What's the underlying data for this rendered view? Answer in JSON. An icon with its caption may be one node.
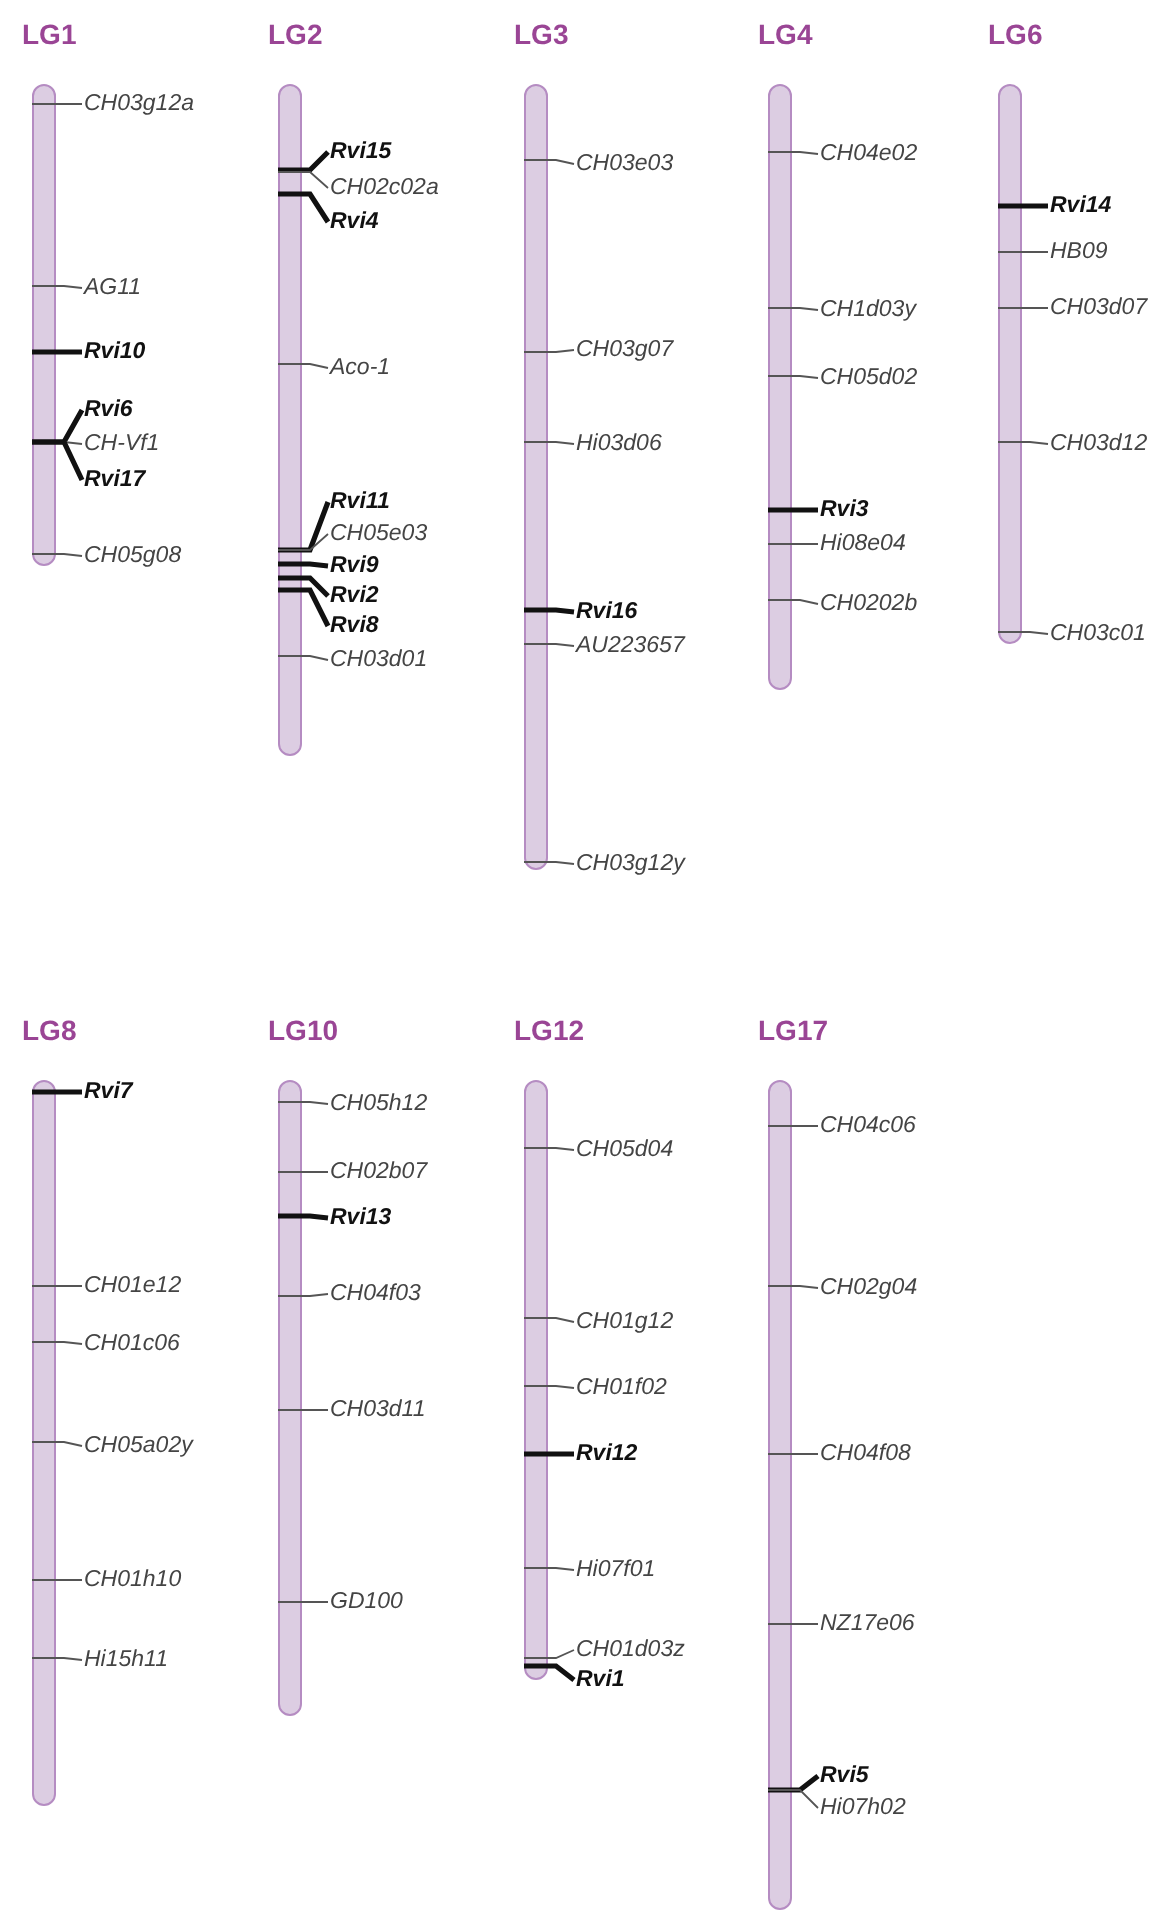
{
  "diagram": {
    "nodes": [
      {
        "text": [
          "LG1"
        ]
      },
      {
        "text": [
          "CH03g12a"
        ]
      },
      {
        "text": [
          "AG11"
        ]
      },
      {
        "text": [
          "Rvi10"
        ]
      },
      {
        "text": [
          "Rvi6"
        ]
      },
      {
        "text": [
          "CH-Vf1"
        ]
      },
      {
        "text": [
          "Rvi17"
        ]
      },
      {
        "text": [
          "CH05g08"
        ]
      },
      {
        "text": [
          "LG2"
        ]
      },
      {
        "text": [
          "Rvi15"
        ]
      },
      {
        "text": [
          "CH02c02a"
        ]
      },
      {
        "text": [
          "Rvi4"
        ]
      },
      {
        "text": [
          "Aco-1"
        ]
      },
      {
        "text": [
          "Rvi11"
        ]
      },
      {
        "text": [
          "CH05e03"
        ]
      },
      {
        "text": [
          "Rvi9"
        ]
      },
      {
        "text": [
          "Rvi2"
        ]
      },
      {
        "text": [
          "Rvi8"
        ]
      },
      {
        "text": [
          "CH03d01"
        ]
      },
      {
        "text": [
          "LG3"
        ]
      },
      {
        "text": [
          "CH03e03"
        ]
      },
      {
        "text": [
          "CH03g07"
        ]
      },
      {
        "text": [
          "Hi03d06"
        ]
      },
      {
        "text": [
          "Rvi16"
        ]
      },
      {
        "text": [
          "AU223657"
        ]
      },
      {
        "text": [
          "CH03g12y"
        ]
      },
      {
        "text": [
          "LG4"
        ]
      },
      {
        "text": [
          "CH04e02"
        ]
      },
      {
        "text": [
          "CH1d03y"
        ]
      },
      {
        "text": [
          "CH05d02"
        ]
      },
      {
        "text": [
          "Rvi3"
        ]
      },
      {
        "text": [
          "Hi08e04"
        ]
      },
      {
        "text": [
          "CH0202b"
        ]
      },
      {
        "text": [
          "LG6"
        ]
      },
      {
        "text": [
          "Rvi14"
        ]
      },
      {
        "text": [
          "HB09"
        ]
      },
      {
        "text": [
          "CH03d07"
        ]
      },
      {
        "text": [
          "CH03d12"
        ]
      },
      {
        "text": [
          "CH03c01"
        ]
      },
      {
        "text": [
          "LG8"
        ]
      },
      {
        "text": [
          "Rvi7"
        ]
      },
      {
        "text": [
          "CH01e12"
        ]
      },
      {
        "text": [
          "CH01c06"
        ]
      },
      {
        "text": [
          "CH05a02y"
        ]
      },
      {
        "text": [
          "CH01h10"
        ]
      },
      {
        "text": [
          "Hi15h11"
        ]
      },
      {
        "text": [
          "LG10"
        ]
      },
      {
        "text": [
          "CH05h12"
        ]
      },
      {
        "text": [
          "CH02b07"
        ]
      },
      {
        "text": [
          "Rvi13"
        ]
      },
      {
        "text": [
          "CH04f03"
        ]
      },
      {
        "text": [
          "CH03d11"
        ]
      },
      {
        "text": [
          "GD100"
        ]
      },
      {
        "text": [
          "LG12"
        ]
      },
      {
        "text": [
          "CH05d04"
        ]
      },
      {
        "text": [
          "CH01g12"
        ]
      },
      {
        "text": [
          "CH01f02"
        ]
      },
      {
        "text": [
          "Rvi12"
        ]
      },
      {
        "text": [
          "Hi07f01"
        ]
      },
      {
        "text": [
          "CH01d03z"
        ]
      },
      {
        "text": [
          "Rvi1"
        ]
      },
      {
        "text": [
          "LG17"
        ]
      },
      {
        "text": [
          "CH04c06"
        ]
      },
      {
        "text": [
          "CH02g04"
        ]
      },
      {
        "text": [
          "CH04f08"
        ]
      },
      {
        "text": [
          "NZ17e06"
        ]
      },
      {
        "text": [
          "Rvi5"
        ]
      },
      {
        "text": [
          "Hi07h02"
        ]
      }
    ],
    "edges": [
      {
        "from": 1,
        "to": 0,
        "arrow": "none"
      },
      {
        "from": 2,
        "to": 0,
        "arrow": "none"
      },
      {
        "from": 3,
        "to": 0,
        "arrow": "none",
        "style": "thick"
      },
      {
        "from": 4,
        "to": 0,
        "arrow": "none",
        "style": "thick"
      },
      {
        "from": 5,
        "to": 0,
        "arrow": "none"
      },
      {
        "from": 6,
        "to": 0,
        "arrow": "none",
        "style": "thick"
      },
      {
        "from": 7,
        "to": 0,
        "arrow": "none"
      },
      {
        "from": 9,
        "to": 8,
        "arrow": "none",
        "style": "thick"
      },
      {
        "from": 10,
        "to": 8,
        "arrow": "none"
      },
      {
        "from": 11,
        "to": 8,
        "arrow": "none",
        "style": "thick"
      },
      {
        "from": 12,
        "to": 8,
        "arrow": "none"
      },
      {
        "from": 13,
        "to": 8,
        "arrow": "none",
        "style": "thick"
      },
      {
        "from": 14,
        "to": 8,
        "arrow": "none"
      },
      {
        "from": 15,
        "to": 8,
        "arrow": "none",
        "style": "thick"
      },
      {
        "from": 16,
        "to": 8,
        "arrow": "none",
        "style": "thick"
      },
      {
        "from": 17,
        "to": 8,
        "arrow": "none",
        "style": "thick"
      },
      {
        "from": 18,
        "to": 8,
        "arrow": "none"
      },
      {
        "from": 20,
        "to": 19,
        "arrow": "none"
      },
      {
        "from": 21,
        "to": 19,
        "arrow": "none"
      },
      {
        "from": 22,
        "to": 19,
        "arrow": "none"
      },
      {
        "from": 23,
        "to": 19,
        "arrow": "none",
        "style": "thick"
      },
      {
        "from": 24,
        "to": 19,
        "arrow": "none"
      },
      {
        "from": 25,
        "to": 19,
        "arrow": "none"
      },
      {
        "from": 27,
        "to": 26,
        "arrow": "none"
      },
      {
        "from": 28,
        "to": 26,
        "arrow": "none"
      },
      {
        "from": 29,
        "to": 26,
        "arrow": "none"
      },
      {
        "from": 30,
        "to": 26,
        "arrow": "none",
        "style": "thick"
      },
      {
        "from": 31,
        "to": 26,
        "arrow": "none"
      },
      {
        "from": 32,
        "to": 26,
        "arrow": "none"
      },
      {
        "from": 34,
        "to": 33,
        "arrow": "none",
        "style": "thick"
      },
      {
        "from": 35,
        "to": 33,
        "arrow": "none"
      },
      {
        "from": 36,
        "to": 33,
        "arrow": "none"
      },
      {
        "from": 37,
        "to": 33,
        "arrow": "none"
      },
      {
        "from": 38,
        "to": 33,
        "arrow": "none"
      },
      {
        "from": 40,
        "to": 39,
        "arrow": "none",
        "style": "thick"
      },
      {
        "from": 41,
        "to": 39,
        "arrow": "none"
      },
      {
        "from": 42,
        "to": 39,
        "arrow": "none"
      },
      {
        "from": 43,
        "to": 39,
        "arrow": "none"
      },
      {
        "from": 44,
        "to": 39,
        "arrow": "none"
      },
      {
        "from": 45,
        "to": 39,
        "arrow": "none"
      },
      {
        "from": 47,
        "to": 46,
        "arrow": "none"
      },
      {
        "from": 48,
        "to": 46,
        "arrow": "none"
      },
      {
        "from": 49,
        "to": 46,
        "arrow": "none",
        "style": "thick"
      },
      {
        "from": 50,
        "to": 46,
        "arrow": "none"
      },
      {
        "from": 51,
        "to": 46,
        "arrow": "none"
      },
      {
        "from": 52,
        "to": 46,
        "arrow": "none"
      },
      {
        "from": 54,
        "to": 53,
        "arrow": "none"
      },
      {
        "from": 55,
        "to": 53,
        "arrow": "none"
      },
      {
        "from": 56,
        "to": 53,
        "arrow": "none"
      },
      {
        "from": 57,
        "to": 53,
        "arrow": "none",
        "style": "thick"
      },
      {
        "from": 58,
        "to": 53,
        "arrow": "none"
      },
      {
        "from": 59,
        "to": 53,
        "arrow": "none"
      },
      {
        "from": 60,
        "to": 53,
        "arrow": "none",
        "style": "thick"
      },
      {
        "from": 62,
        "to": 61,
        "arrow": "none"
      },
      {
        "from": 63,
        "to": 61,
        "arrow": "none"
      },
      {
        "from": 64,
        "to": 61,
        "arrow": "none"
      },
      {
        "from": 65,
        "to": 61,
        "arrow": "none"
      },
      {
        "from": 66,
        "to": 61,
        "arrow": "none",
        "style": "thick"
      },
      {
        "from": 67,
        "to": 61,
        "arrow": "none"
      }
    ]
  }
}
